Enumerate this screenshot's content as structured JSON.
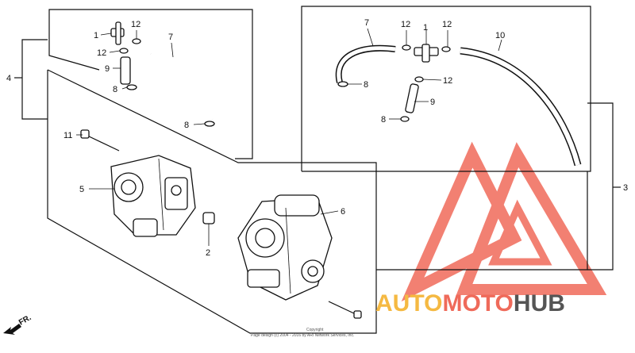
{
  "callouts": {
    "n1": "1",
    "n2": "2",
    "n3": "3",
    "n4": "4",
    "n5": "5",
    "n6": "6",
    "n7": "7",
    "n8": "8",
    "n9": "9",
    "n10": "10",
    "n11": "11",
    "n12": "12"
  },
  "direction_label": "FR.",
  "copyright_line1": "Copyright",
  "copyright_line2": "Page design (c) 2004 - 2016 by ARI Network Services, Inc.",
  "watermark": {
    "part_a": "AUTO",
    "part_b": "MOTO",
    "part_c": "HUB",
    "color_a": "#f5b942",
    "color_b": "#ef6a5a",
    "color_c": "#555555",
    "logo_color": "#f06a5a"
  }
}
